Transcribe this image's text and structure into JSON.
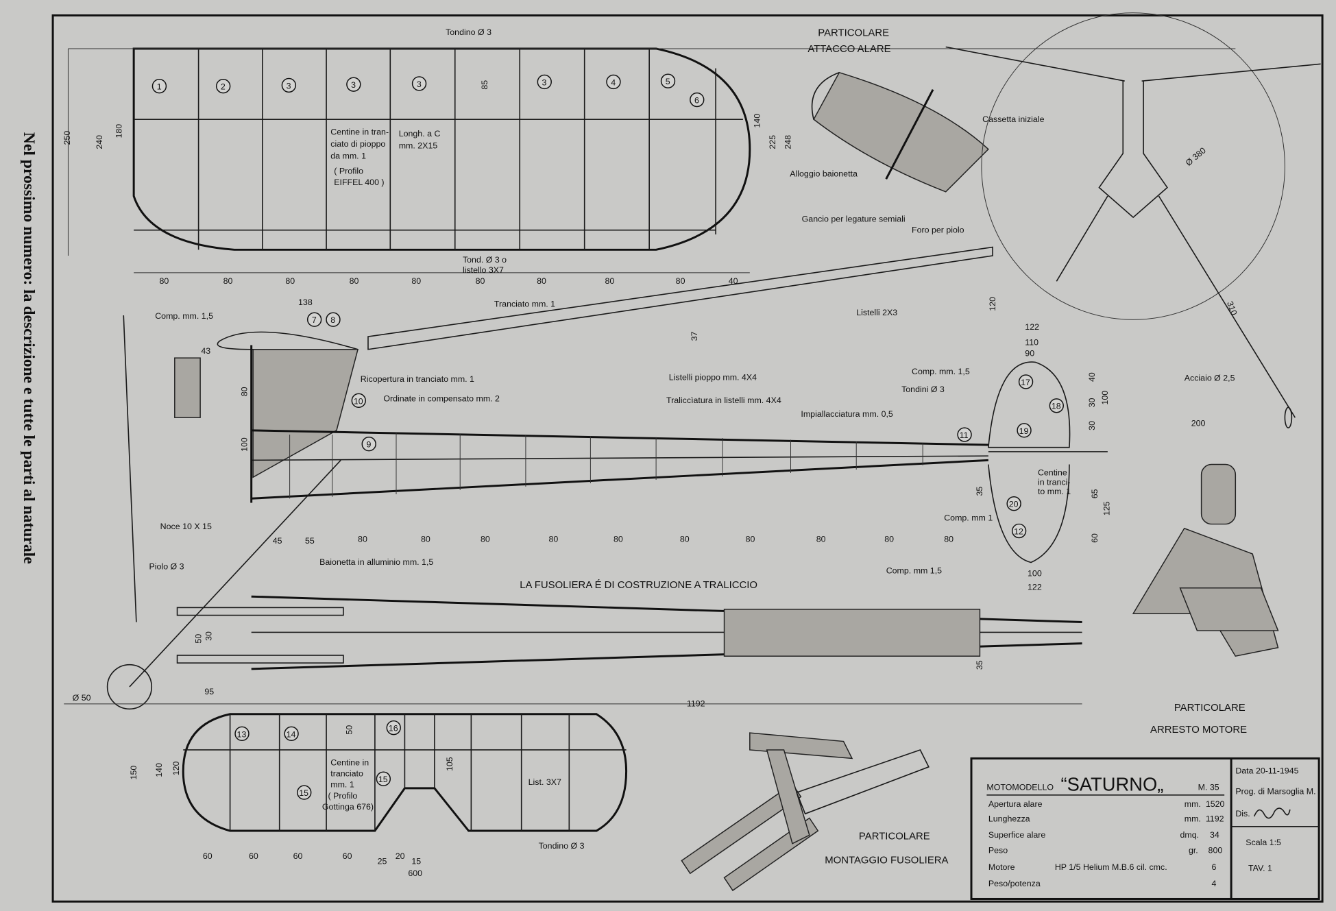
{
  "side_note": "Nel prossimo numero: la descrizione e tutte le parti al naturale",
  "wing": {
    "labels": {
      "spar_top": "Tondino Ø 3",
      "ribs_1": "Centine in tran-",
      "ribs_2": "ciato di pioppo",
      "ribs_3": "da mm. 1",
      "ribs_4": "( Profilo",
      "ribs_5": "EIFFEL 400 )",
      "longh_1": "Longh. a C",
      "longh_2": "mm. 2X15",
      "te_1": "Tond. Ø 3 o",
      "te_2": "listello 3X7"
    },
    "rib_numbers": [
      "1",
      "2",
      "3",
      "3",
      "3",
      "3",
      "4",
      "5",
      "6"
    ],
    "spacing_dims": [
      "80",
      "80",
      "80",
      "80",
      "80",
      "80",
      "80",
      "80",
      "80",
      "40"
    ],
    "height_dims": [
      "250",
      "240",
      "180",
      "85",
      "140",
      "225",
      "248"
    ]
  },
  "detail_wing_mount": {
    "title_1": "PARTICOLARE",
    "title_2": "ATTACCO ALARE",
    "cassetta": "Cassetta iniziale",
    "alloggio": "Alloggio baionetta",
    "gancio": "Gancio per legature semiali",
    "foro": "Foro per piolo"
  },
  "front_view": {
    "diameter": "Ø 380",
    "dim_310": "310",
    "acciaio": "Acciaio Ø 2,5",
    "dim_200": "200"
  },
  "fuselage_side": {
    "labels": {
      "comp": "Comp. mm. 1,5",
      "dim_138": "138",
      "dim_43": "43",
      "dim_80": "80",
      "dim_100": "100",
      "ricopertura": "Ricopertura in tranciato mm. 1",
      "ordinate": "Ordinate in compensato mm. 2",
      "listelli": "Listelli pioppo mm. 4X4",
      "traliccio": "Traliccìatura in listelli mm. 4X4",
      "impiallacciatura": "Impiallacciatura mm. 0,5",
      "tranciato": "Tranciato mm. 1",
      "listelli23": "Listelli 2X3",
      "dim_37": "37",
      "dim_120": "120",
      "noce": "Noce 10 X 15",
      "piolo": "Piolo Ø 3",
      "baionetta": "Baionetta in alluminio mm. 1,5"
    },
    "part_numbers": [
      "7",
      "8",
      "9",
      "10",
      "11"
    ],
    "spacing_dims": [
      "45",
      "55",
      "80",
      "80",
      "80",
      "80",
      "80",
      "80",
      "80",
      "80",
      "80",
      "80"
    ]
  },
  "fin": {
    "comp_top": "Comp. mm. 1,5",
    "tondini": "Tondini Ø 3",
    "centine_1": "Centine",
    "centine_2": "in tranci-",
    "centine_3": "to mm. 1",
    "comp_mid": "Comp. mm 1",
    "comp_bot": "Comp. mm 1,5",
    "part_numbers": [
      "17",
      "18",
      "19",
      "20",
      "12"
    ],
    "dims": [
      "122",
      "110",
      "90",
      "40",
      "30",
      "30",
      "100",
      "35",
      "65",
      "125",
      "60",
      "100",
      "122"
    ]
  },
  "fuselage_top": {
    "caption": "LA FUSOLIERA É DI COSTRUZIONE A TRALICCIO",
    "dims": [
      "50",
      "30",
      "95",
      "35",
      "1192"
    ],
    "wheel": "Ø 50"
  },
  "stabilizer": {
    "part_numbers": [
      "13",
      "14",
      "15",
      "15",
      "16"
    ],
    "centine_1": "Centine in",
    "centine_2": "tranciato",
    "centine_3": "mm. 1",
    "centine_4": "( Profilo",
    "centine_5": "Gottinga 676)",
    "list": "List. 3X7",
    "tondino": "Tondino Ø 3",
    "height_dims": [
      "150",
      "140",
      "120",
      "50",
      "105"
    ],
    "spacing_dims": [
      "60",
      "60",
      "60",
      "60",
      "25",
      "20",
      "15",
      "600"
    ]
  },
  "detail_fuselage": {
    "title_1": "PARTICOLARE",
    "title_2": "MONTAGGIO FUSOLIERA"
  },
  "detail_engine": {
    "title_1": "PARTICOLARE",
    "title_2": "ARRESTO MOTORE"
  },
  "title_block": {
    "prefix": "MOTOMODELLO",
    "name": "“SATURNO„",
    "model_no": "M. 35",
    "rows": [
      {
        "label": "Apertura alare",
        "unit": "mm.",
        "value": "1520"
      },
      {
        "label": "Lunghezza",
        "unit": "mm.",
        "value": "1192"
      },
      {
        "label": "Superfice alare",
        "unit": "dmq.",
        "value": "34"
      },
      {
        "label": "Peso",
        "unit": "gr.",
        "value": "800"
      },
      {
        "label": "Motore",
        "unit": "HP 1/5   Helium M.B.6  cil. cmc.",
        "value": "6"
      },
      {
        "label": "Peso/potenza",
        "unit": "",
        "value": "4"
      }
    ],
    "data": "Data 20-11-1945",
    "prog": "Prog. di Marsoglia M.",
    "dis": "Dis.",
    "signature": "Maina",
    "scala": "Scala 1:5",
    "tav": "TAV. 1"
  }
}
